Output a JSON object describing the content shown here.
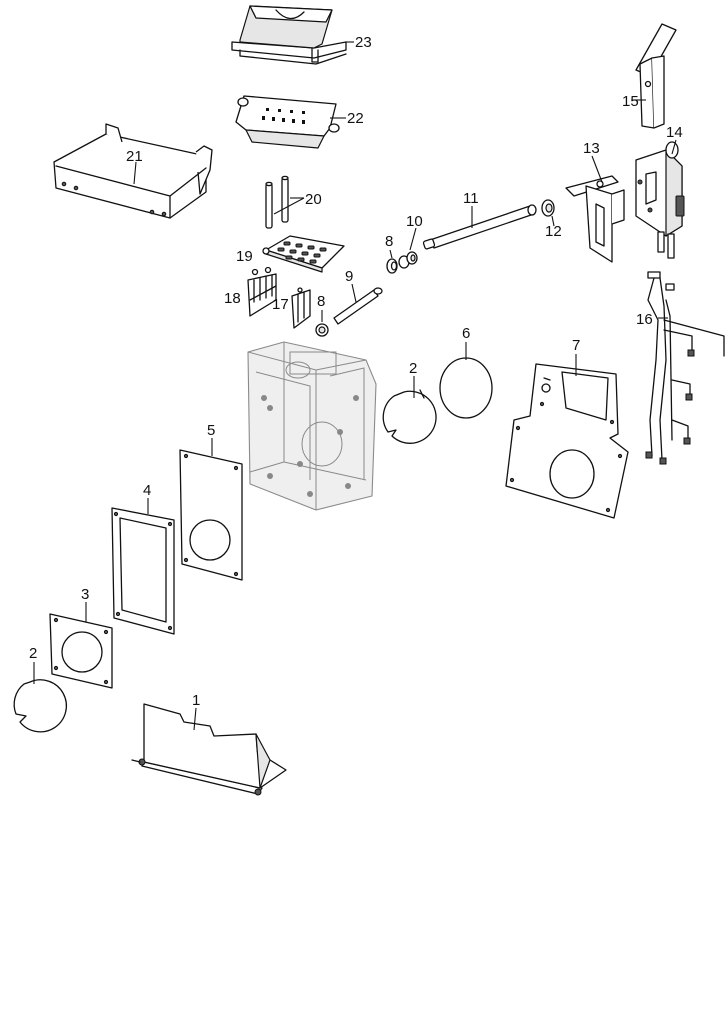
{
  "parts": [
    {
      "id": "1",
      "label": "1"
    },
    {
      "id": "2a",
      "label": "2"
    },
    {
      "id": "2b",
      "label": "2"
    },
    {
      "id": "3",
      "label": "3"
    },
    {
      "id": "4",
      "label": "4"
    },
    {
      "id": "5",
      "label": "5"
    },
    {
      "id": "6",
      "label": "6"
    },
    {
      "id": "7",
      "label": "7"
    },
    {
      "id": "8a",
      "label": "8"
    },
    {
      "id": "8b",
      "label": "8"
    },
    {
      "id": "9",
      "label": "9"
    },
    {
      "id": "10",
      "label": "10"
    },
    {
      "id": "11",
      "label": "11"
    },
    {
      "id": "12",
      "label": "12"
    },
    {
      "id": "13",
      "label": "13"
    },
    {
      "id": "14",
      "label": "14"
    },
    {
      "id": "15",
      "label": "15"
    },
    {
      "id": "16",
      "label": "16"
    },
    {
      "id": "17",
      "label": "17"
    },
    {
      "id": "18",
      "label": "18"
    },
    {
      "id": "19",
      "label": "19"
    },
    {
      "id": "20",
      "label": "20"
    },
    {
      "id": "21",
      "label": "21"
    },
    {
      "id": "22",
      "label": "22"
    },
    {
      "id": "23",
      "label": "23"
    }
  ]
}
